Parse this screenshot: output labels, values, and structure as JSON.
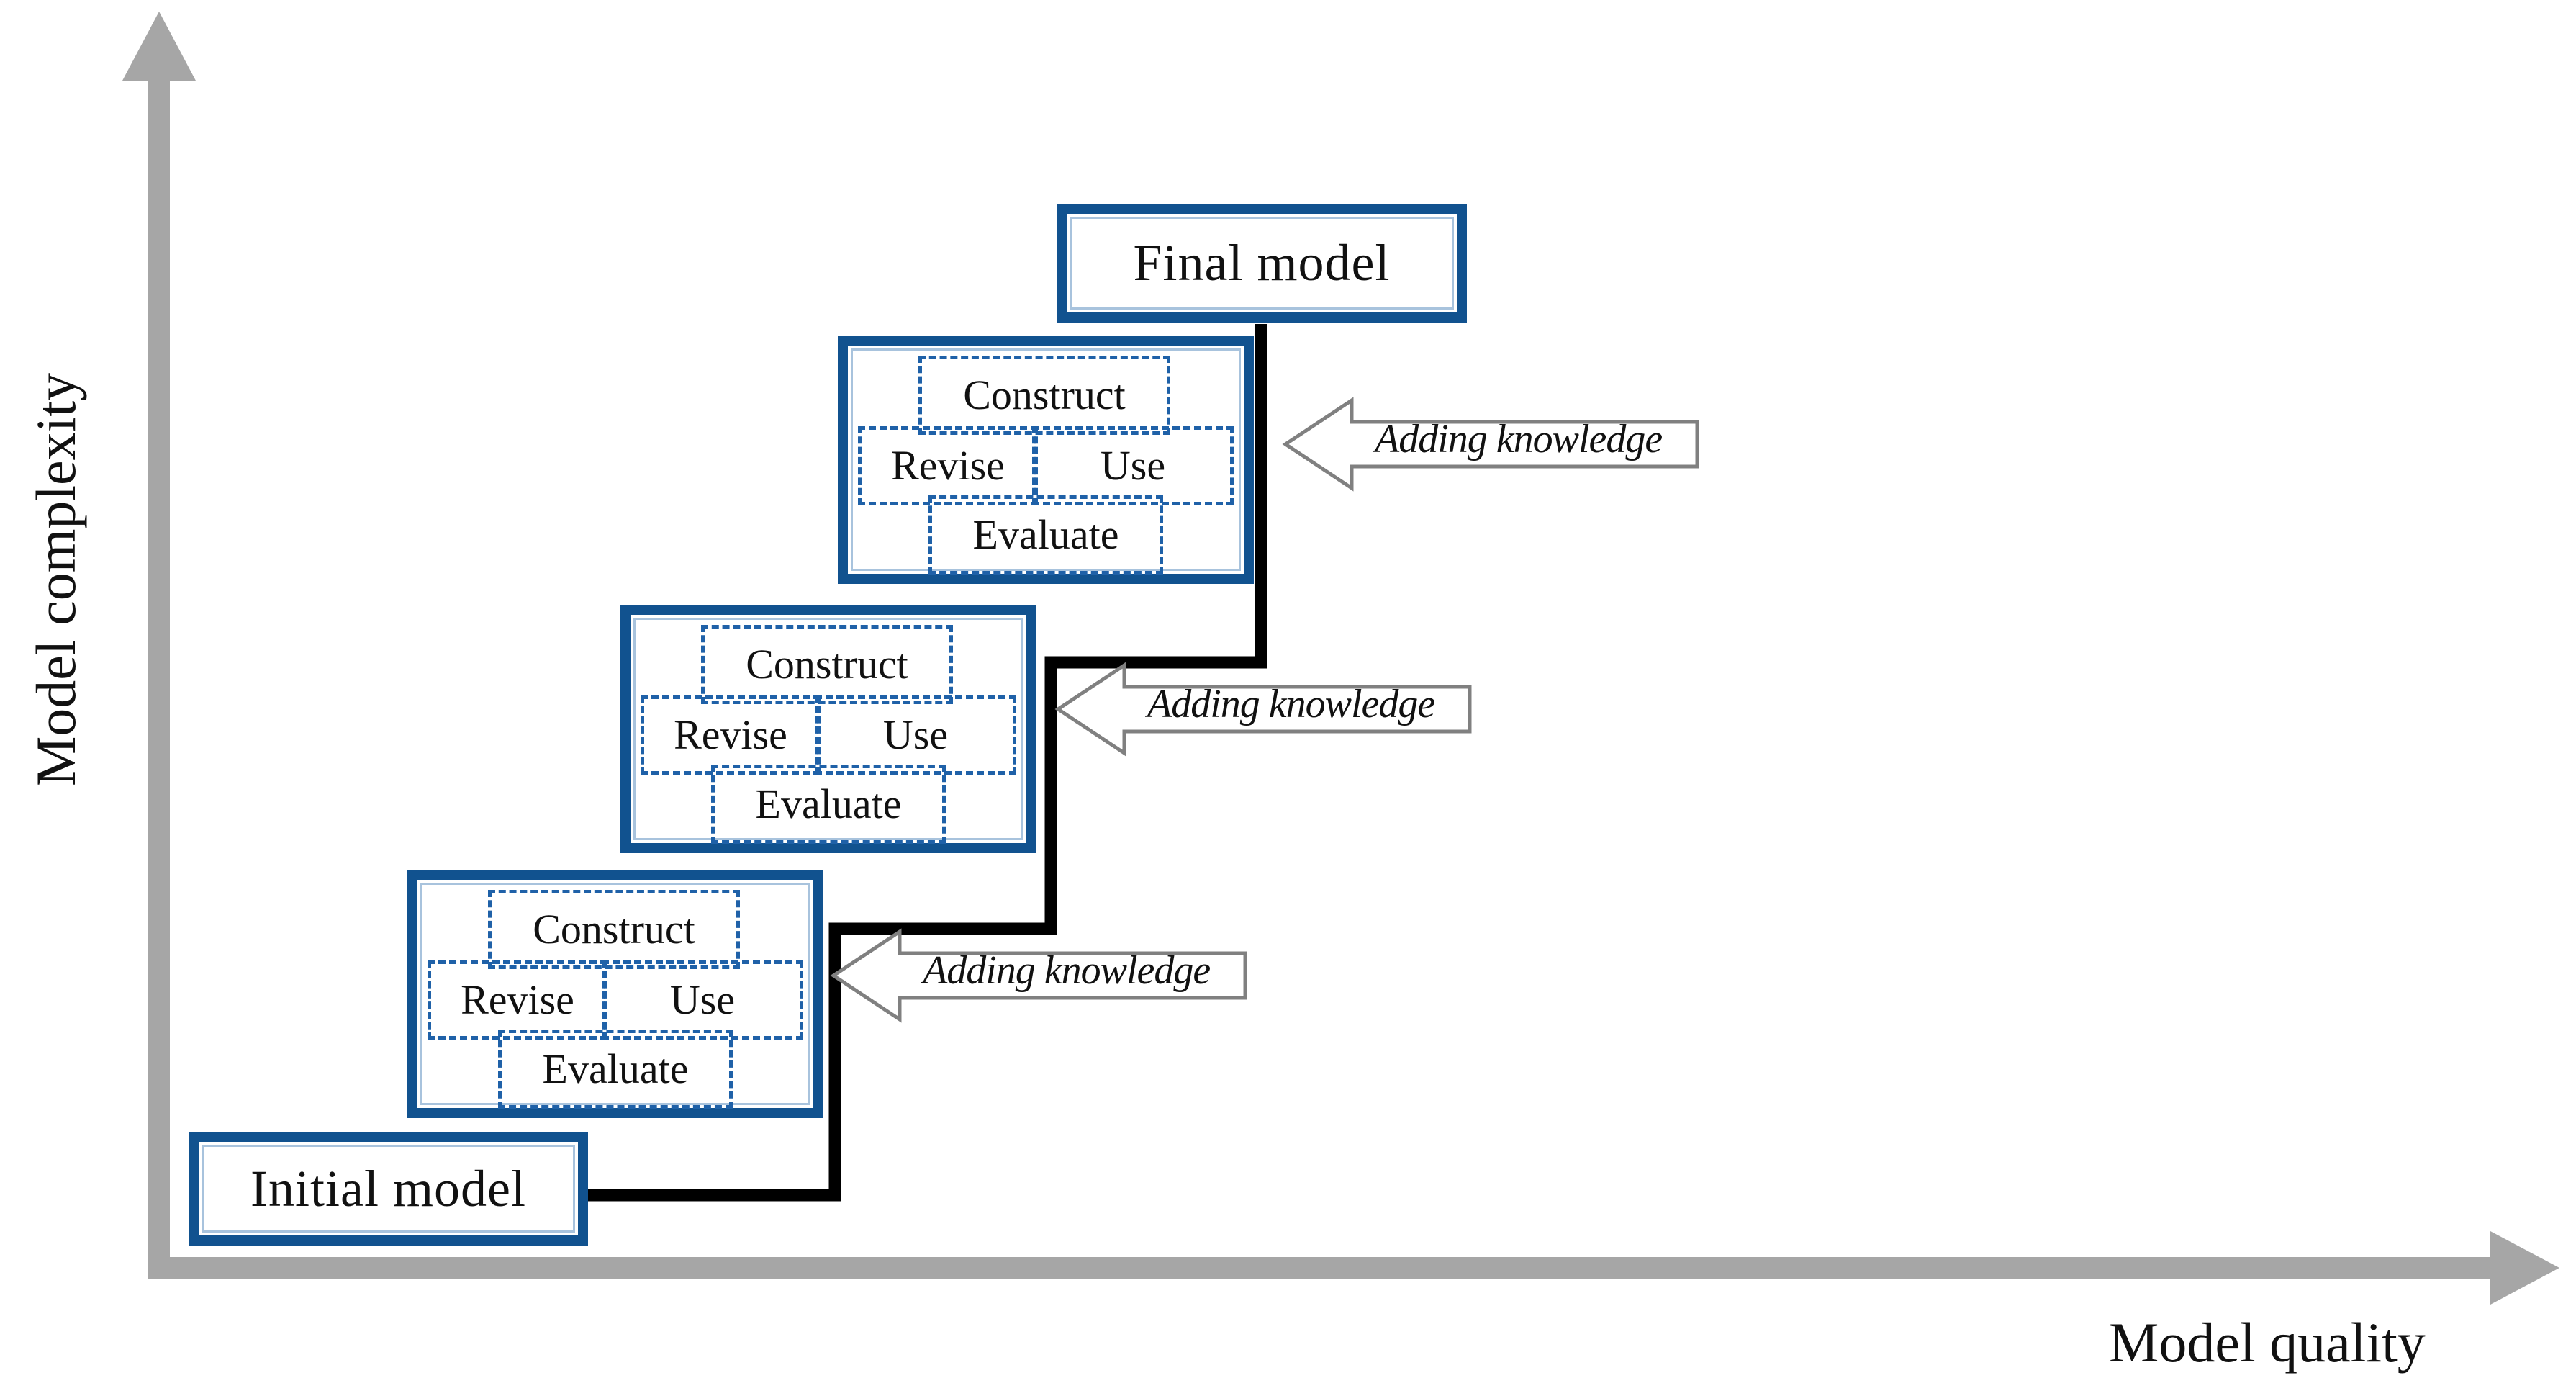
{
  "diagram": {
    "title": "Iterative model development staircase",
    "colors": {
      "brand_blue": "#11528F",
      "dashed_blue": "#1F61A8",
      "axis_gray": "#A6A6A6",
      "stair_black": "#000000",
      "text_black": "#111111"
    }
  },
  "axes": {
    "y_label": "Model complexity",
    "x_label": "Model quality"
  },
  "nodes": {
    "initial_model": "Initial model",
    "final_model": "Final model"
  },
  "cycle_phases": {
    "construct": "Construct",
    "revise": "Revise",
    "use": "Use",
    "evaluate": "Evaluate"
  },
  "stages": [
    {
      "id": "stage-1",
      "construct": "Construct",
      "revise": "Revise",
      "use": "Use",
      "evaluate": "Evaluate"
    },
    {
      "id": "stage-2",
      "construct": "Construct",
      "revise": "Revise",
      "use": "Use",
      "evaluate": "Evaluate"
    },
    {
      "id": "stage-3",
      "construct": "Construct",
      "revise": "Revise",
      "use": "Use",
      "evaluate": "Evaluate"
    }
  ],
  "annotations": [
    {
      "id": "adding-knowledge-1",
      "label": "Adding knowledge"
    },
    {
      "id": "adding-knowledge-2",
      "label": "Adding knowledge"
    },
    {
      "id": "adding-knowledge-3",
      "label": "Adding knowledge"
    }
  ]
}
